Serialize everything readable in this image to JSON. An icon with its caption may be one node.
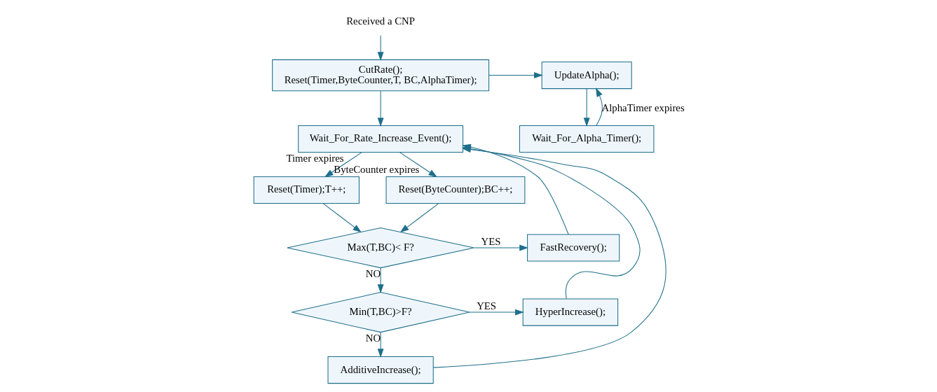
{
  "diagram": {
    "nodes": [
      {
        "text": [
          "Received a CNP"
        ]
      },
      {
        "text": [
          "CutRate();",
          "Reset(Timer,ByteCounter,T, BC,AlphaTimer);"
        ]
      },
      {
        "text": [
          "UpdateAlpha();"
        ]
      },
      {
        "text": [
          "Wait_For_Alpha_Timer();"
        ]
      },
      {
        "text": [
          "Wait_For_Rate_Increase_Event();"
        ]
      },
      {
        "text": [
          "Reset(Timer);T++;"
        ]
      },
      {
        "text": [
          "Reset(ByteCounter);BC++;"
        ]
      },
      {
        "text": [
          "Max(T,BC)< F?"
        ]
      },
      {
        "text": [
          "FastRecovery();"
        ]
      },
      {
        "text": [
          "Min(T,BC)>F?"
        ]
      },
      {
        "text": [
          "HyperIncrease();"
        ]
      },
      {
        "text": [
          "AdditiveIncrease();"
        ]
      }
    ],
    "edges": [
      {
        "from": 0,
        "to": 1,
        "arrow": "to"
      },
      {
        "from": 1,
        "to": 2,
        "arrow": "to"
      },
      {
        "from": 2,
        "to": 3,
        "arrow": "to"
      },
      {
        "from": 3,
        "to": 2,
        "arrow": "to",
        "label": "AlphaTimer expires"
      },
      {
        "from": 1,
        "to": 4,
        "arrow": "to"
      },
      {
        "from": 4,
        "to": 5,
        "arrow": "to",
        "label": "Timer expires"
      },
      {
        "from": 4,
        "to": 6,
        "arrow": "to",
        "label": "ByteCounter expires"
      },
      {
        "from": 5,
        "to": 7,
        "arrow": "to"
      },
      {
        "from": 6,
        "to": 7,
        "arrow": "to"
      },
      {
        "from": 7,
        "to": 8,
        "arrow": "to",
        "label": "YES"
      },
      {
        "from": 7,
        "to": 9,
        "arrow": "to",
        "label": "NO"
      },
      {
        "from": 9,
        "to": 10,
        "arrow": "to",
        "label": "YES"
      },
      {
        "from": 9,
        "to": 11,
        "arrow": "to",
        "label": "NO"
      },
      {
        "from": 8,
        "to": 4,
        "arrow": "to"
      },
      {
        "from": 10,
        "to": 4,
        "arrow": "to"
      },
      {
        "from": 11,
        "to": 4,
        "arrow": "to"
      }
    ]
  }
}
